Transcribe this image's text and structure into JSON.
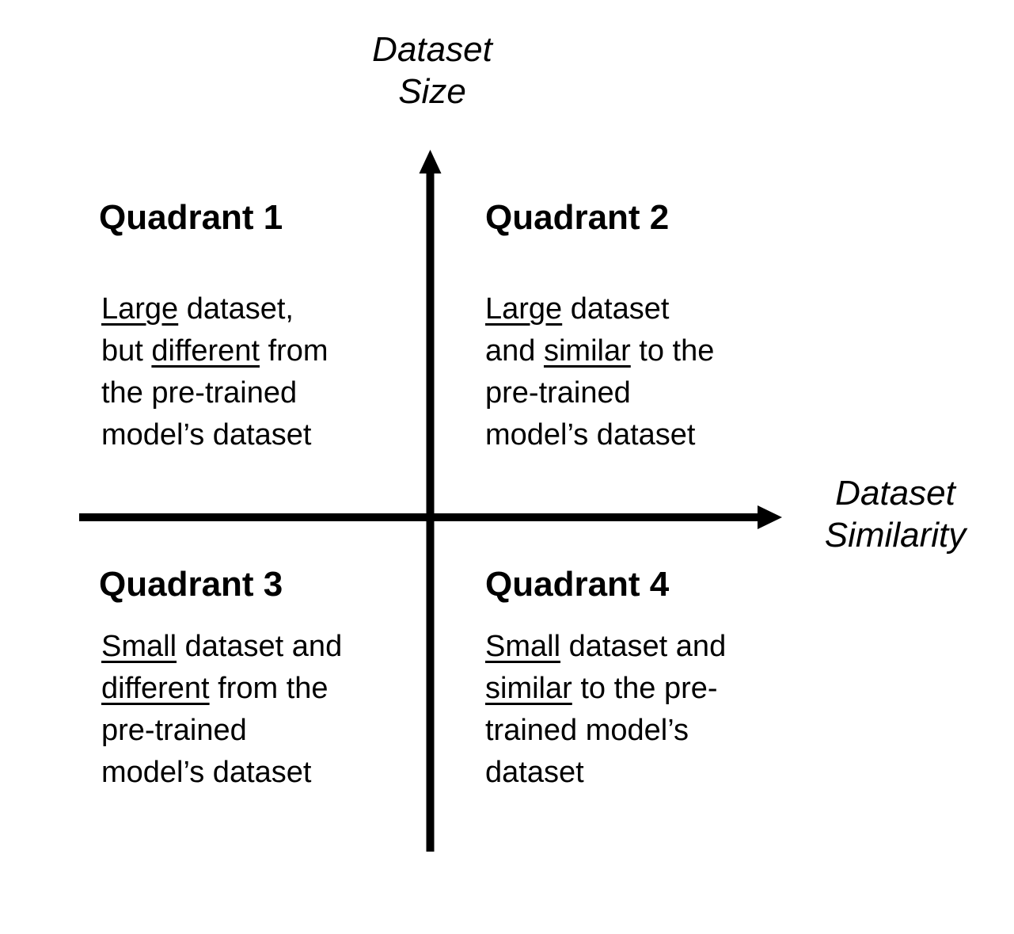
{
  "colors": {
    "ink": "#000000",
    "background": "#ffffff"
  },
  "y_axis_label": {
    "line1": "Dataset",
    "line2": "Size"
  },
  "x_axis_label": {
    "line1": "Dataset",
    "line2": "Similarity"
  },
  "quadrants": [
    {
      "title": "Quadrant 1",
      "body_lines": [
        [
          {
            "t": "Large",
            "u": true
          },
          {
            "t": " dataset,",
            "u": false
          }
        ],
        [
          {
            "t": "but ",
            "u": false
          },
          {
            "t": "different",
            "u": true
          },
          {
            "t": " from",
            "u": false
          }
        ],
        [
          {
            "t": "the pre-trained",
            "u": false
          }
        ],
        [
          {
            "t": "model’s dataset",
            "u": false
          }
        ]
      ]
    },
    {
      "title": "Quadrant 2",
      "body_lines": [
        [
          {
            "t": "Large",
            "u": true
          },
          {
            "t": " dataset",
            "u": false
          }
        ],
        [
          {
            "t": "and ",
            "u": false
          },
          {
            "t": "similar",
            "u": true
          },
          {
            "t": " to the",
            "u": false
          }
        ],
        [
          {
            "t": "pre-trained",
            "u": false
          }
        ],
        [
          {
            "t": "model’s dataset",
            "u": false
          }
        ]
      ]
    },
    {
      "title": "Quadrant 3",
      "body_lines": [
        [
          {
            "t": "Small",
            "u": true
          },
          {
            "t": " dataset and",
            "u": false
          }
        ],
        [
          {
            "t": "different",
            "u": true
          },
          {
            "t": " from the",
            "u": false
          }
        ],
        [
          {
            "t": "pre-trained",
            "u": false
          }
        ],
        [
          {
            "t": "model’s dataset",
            "u": false
          }
        ]
      ]
    },
    {
      "title": "Quadrant 4",
      "body_lines": [
        [
          {
            "t": "Small",
            "u": true
          },
          {
            "t": " dataset and",
            "u": false
          }
        ],
        [
          {
            "t": "similar",
            "u": true
          },
          {
            "t": " to the pre-",
            "u": false
          }
        ],
        [
          {
            "t": "trained model’s",
            "u": false
          }
        ],
        [
          {
            "t": "dataset",
            "u": false
          }
        ]
      ]
    }
  ]
}
